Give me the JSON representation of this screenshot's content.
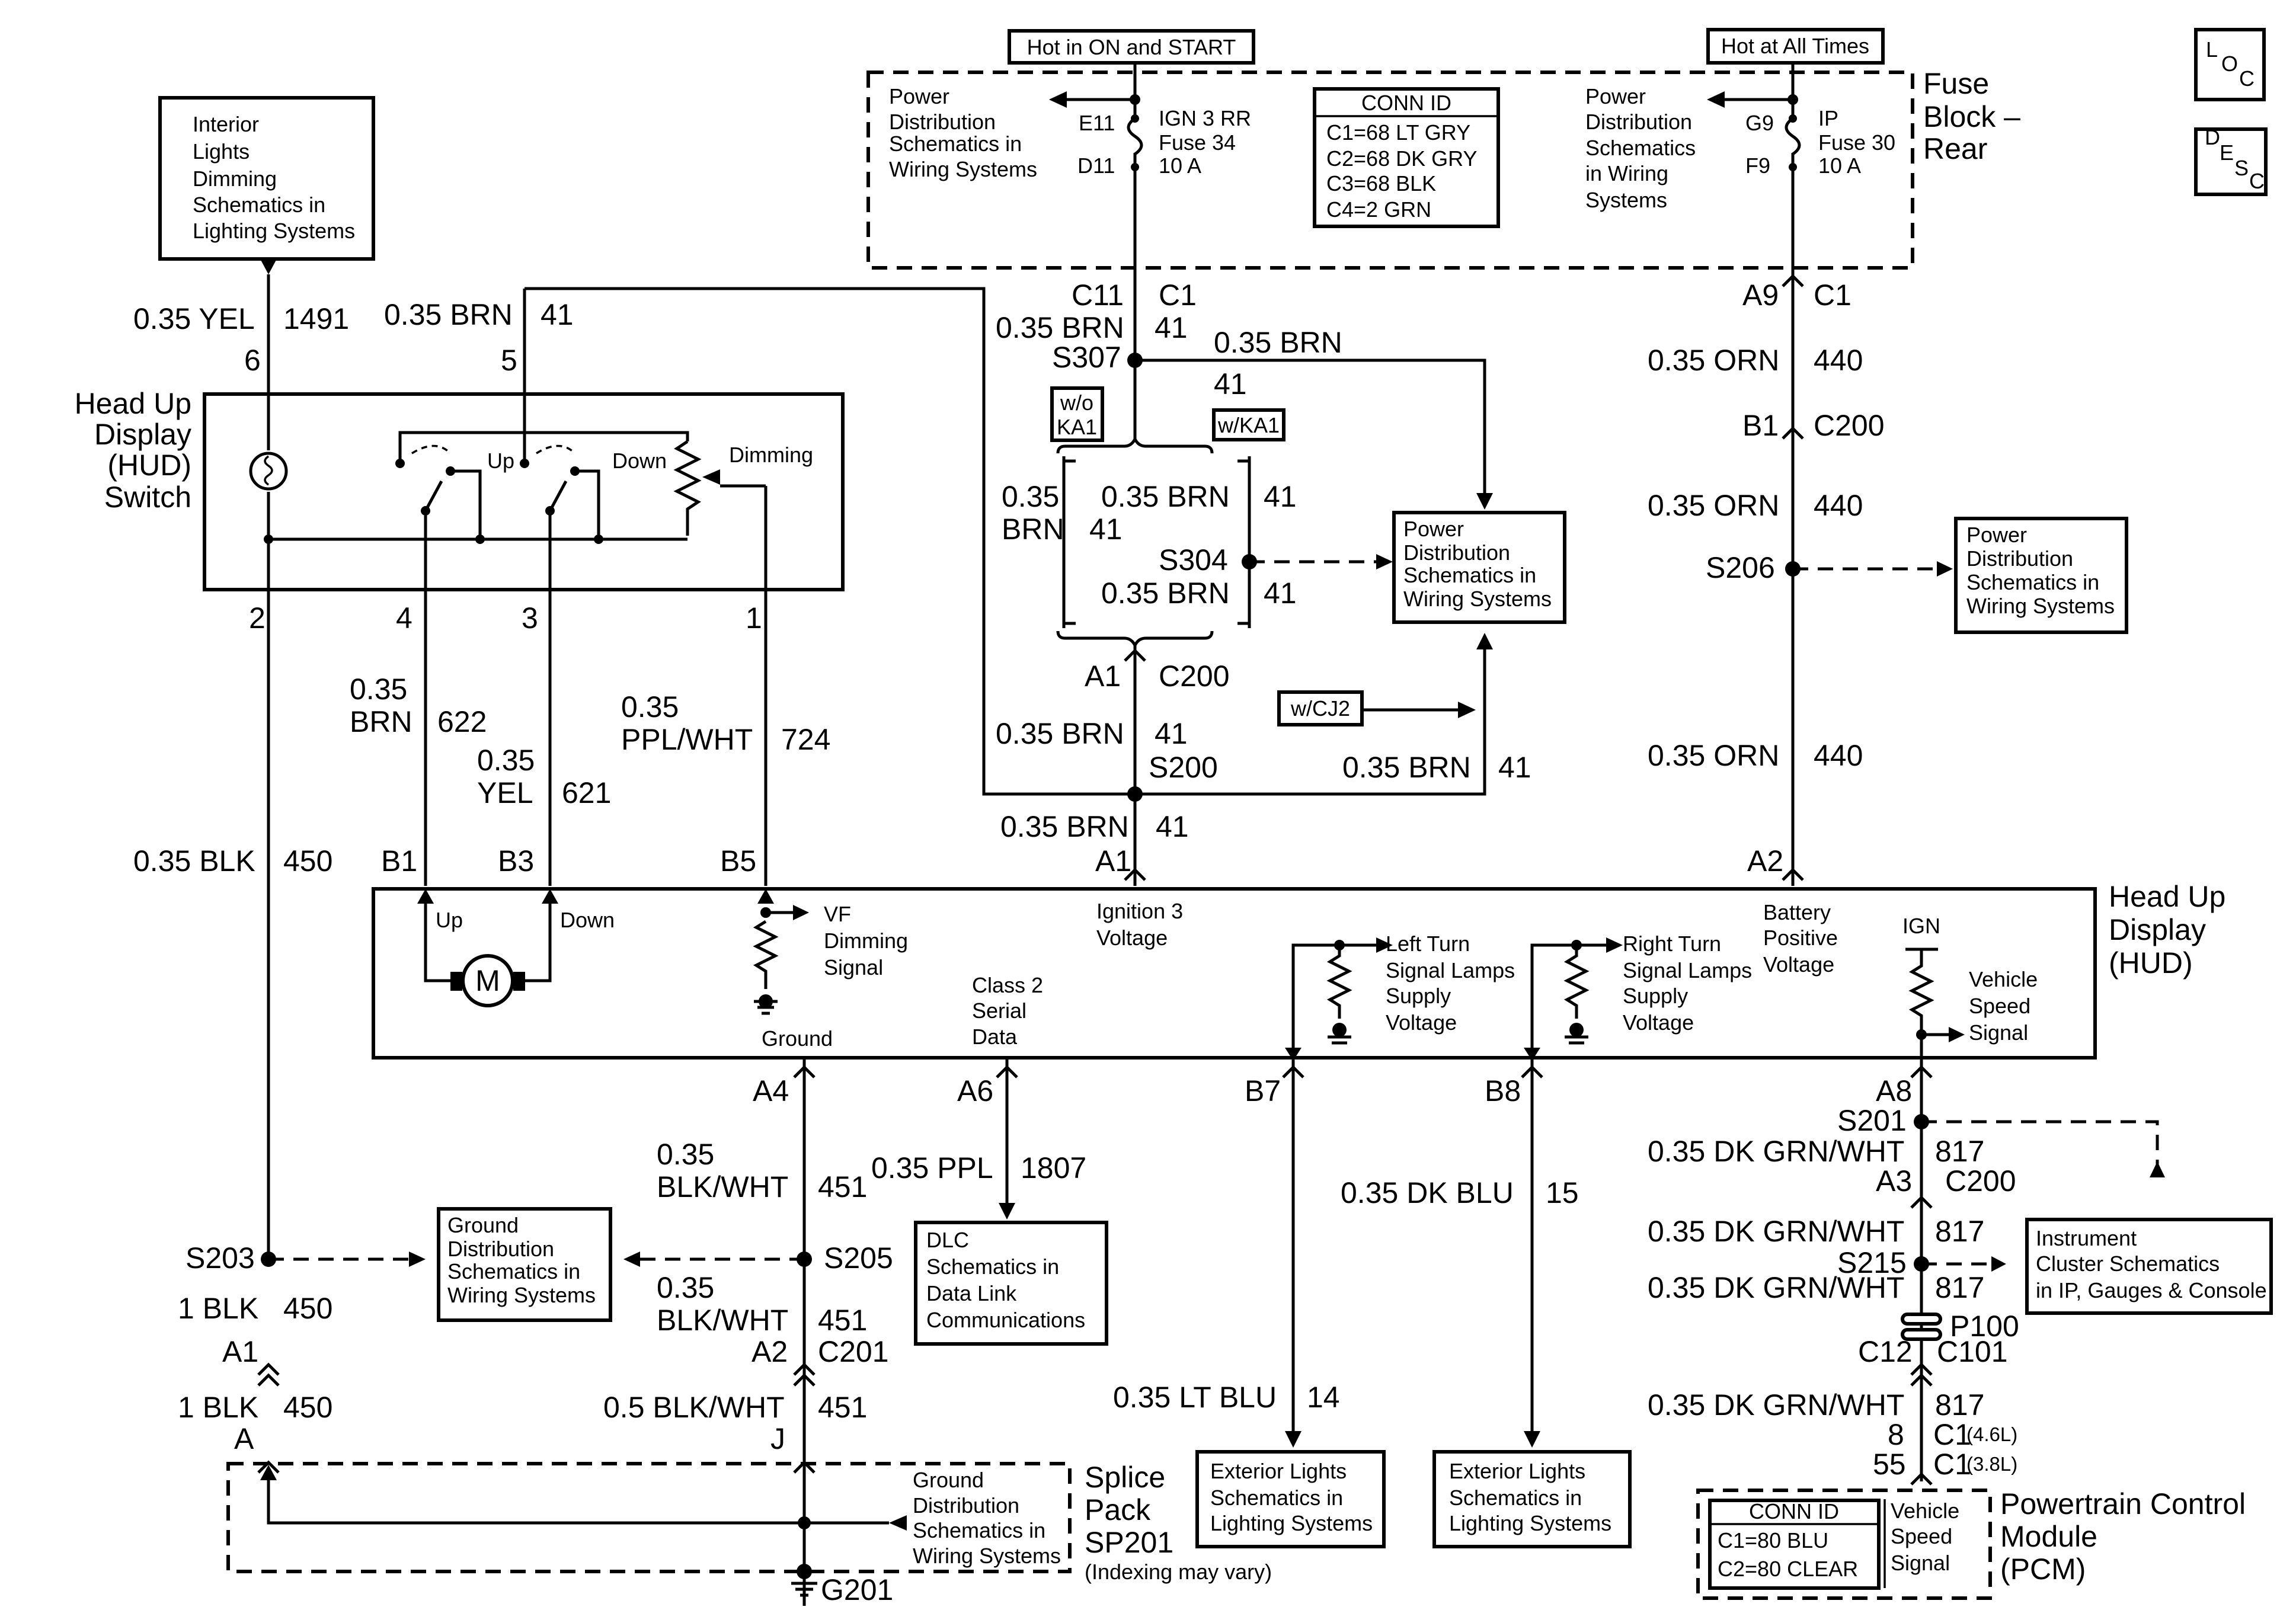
{
  "corner_icons": {
    "loc": {
      "l": "L",
      "o": "O",
      "c": "C"
    },
    "desc": {
      "d": "D",
      "e": "E",
      "s": "S",
      "c": "C"
    }
  },
  "top_labels": {
    "hot_on_start": "Hot in ON and START",
    "hot_all_times": "Hot at All Times",
    "fuse_block_rear": [
      "Fuse",
      "Block –",
      "Rear"
    ]
  },
  "fuse_block": {
    "power_dist_left": [
      "Power",
      "Distribution",
      "Schematics in",
      "Wiring Systems"
    ],
    "power_dist_right": [
      "Power",
      "Distribution",
      "Schematics",
      "in Wiring",
      "Systems"
    ],
    "fuse34": {
      "pin_in": "E11",
      "pin_out": "D11",
      "name": [
        "IGN 3 RR",
        "Fuse 34",
        "10 A"
      ]
    },
    "fuse30": {
      "pin_in": "G9",
      "pin_out": "F9",
      "name": [
        "IP",
        "Fuse 30",
        "10 A"
      ]
    },
    "conn_id": {
      "title": "CONN ID",
      "rows": [
        "C1=68 LT GRY",
        "C2=68 DK GRY",
        "C3=68 BLK",
        "C4=2 GRN"
      ]
    }
  },
  "interior_lights_box": [
    "Interior",
    "Lights",
    "Dimming",
    "Schematics in",
    "Lighting Systems"
  ],
  "hud_switch": {
    "label": [
      "Head Up",
      "Display",
      "(HUD)",
      "Switch"
    ],
    "up": "Up",
    "down": "Down",
    "dimming": "Dimming",
    "pins": [
      "2",
      "4",
      "3",
      "1"
    ],
    "top_pins": [
      "6",
      "5"
    ]
  },
  "wires": {
    "w_1491": {
      "size_color": "0.35 YEL",
      "circuit": "1491"
    },
    "w_41_top": {
      "size_color": "0.35 BRN",
      "circuit": "41"
    },
    "w_622": {
      "size": "0.35",
      "color": "BRN",
      "circuit": "622"
    },
    "w_621": {
      "size": "0.35",
      "color": "YEL",
      "circuit": "621"
    },
    "w_724": {
      "size": "0.35",
      "color": "PPL/WHT",
      "circuit": "724"
    },
    "w_450": {
      "size_color": "0.35 BLK",
      "circuit": "450"
    },
    "w_451a": {
      "size": "0.35",
      "color": "BLK/WHT",
      "circuit": "451"
    },
    "w_451b": {
      "size": "0.35",
      "color": "BLK/WHT",
      "circuit": "451"
    },
    "w_1807": {
      "size_color": "0.35 PPL",
      "circuit": "1807"
    },
    "w_450b": {
      "size_color": "1 BLK",
      "circuit": "450"
    },
    "w_450c": {
      "size_color": "1 BLK",
      "circuit": "450"
    },
    "w_451c": {
      "size_color": "0.5 BLK/WHT",
      "circuit": "451"
    },
    "w_14": {
      "size_color": "0.35 LT BLU",
      "circuit": "14"
    },
    "w_15": {
      "size_color": "0.35 DK BLU",
      "circuit": "15"
    }
  },
  "center": {
    "c11": "C11",
    "c1": "C1",
    "brn41_a": {
      "size_color": "0.35 BRN",
      "circuit": "41"
    },
    "s307": "S307",
    "brn41_b": {
      "size_color": "0.35 BRN",
      "circuit": "41"
    },
    "wo_ka1": [
      "w/o",
      "KA1"
    ],
    "w_ka1": "w/KA1",
    "brn41_left": {
      "size": "0.35",
      "color": "BRN",
      "circuit": "41"
    },
    "brn41_c": {
      "size_color": "0.35 BRN",
      "circuit": "41"
    },
    "s304": "S304",
    "brn41_d": {
      "size_color": "0.35 BRN",
      "circuit": "41"
    },
    "power_dist_box": [
      "Power",
      "Distribution",
      "Schematics in",
      "Wiring Systems"
    ],
    "a1": "A1",
    "c200": "C200",
    "brn41_e": {
      "size_color": "0.35 BRN",
      "circuit": "41"
    },
    "s200": "S200",
    "w_cj2": "w/CJ2",
    "brn41_f": {
      "size_color": "0.35 BRN",
      "circuit": "41"
    },
    "brn41_g": {
      "size_color": "0.35 BRN",
      "circuit": "41"
    },
    "a1_hud": "A1"
  },
  "right_column": {
    "a9": "A9",
    "c1": "C1",
    "orn440_a": {
      "size_color": "0.35 ORN",
      "circuit": "440"
    },
    "b1": "B1",
    "c200": "C200",
    "orn440_b": {
      "size_color": "0.35 ORN",
      "circuit": "440"
    },
    "s206": "S206",
    "power_dist_box": [
      "Power",
      "Distribution",
      "Schematics in",
      "Wiring Systems"
    ],
    "orn440_c": {
      "size_color": "0.35 ORN",
      "circuit": "440"
    },
    "a2": "A2"
  },
  "hud": {
    "label": [
      "Head Up",
      "Display",
      "(HUD)"
    ],
    "motor": "M",
    "up": "Up",
    "down": "Down",
    "vf_dimming": [
      "VF",
      "Dimming",
      "Signal"
    ],
    "ground": "Ground",
    "ign3": [
      "Ignition 3",
      "Voltage"
    ],
    "class2": [
      "Class 2",
      "Serial",
      "Data"
    ],
    "left_turn": [
      "Left Turn",
      "Signal Lamps",
      "Supply",
      "Voltage"
    ],
    "right_turn": [
      "Right Turn",
      "Signal Lamps",
      "Supply",
      "Voltage"
    ],
    "battery": [
      "Battery",
      "Positive",
      "Voltage"
    ],
    "ign": "IGN",
    "vss": [
      "Vehicle",
      "Speed",
      "Signal"
    ],
    "pins_top": [
      "B1",
      "B3",
      "B5"
    ],
    "pins_bottom": [
      "A4",
      "A6",
      "B7",
      "B8",
      "A8"
    ]
  },
  "lower": {
    "s203": "S203",
    "s205": "S205",
    "ground_dist_box": [
      "Ground",
      "Distribution",
      "Schematics in",
      "Wiring Systems"
    ],
    "dlc_box": [
      "DLC",
      "Schematics in",
      "Data Link",
      "Communications"
    ],
    "a1": "A1",
    "a2": "A2",
    "c201": "C201",
    "a": "A",
    "j": "J",
    "splice_pack": [
      "Splice",
      "Pack",
      "SP201",
      "(Indexing may vary)"
    ],
    "splice_ground": [
      "Ground",
      "Distribution",
      "Schematics in",
      "Wiring Systems"
    ],
    "g201": "G201",
    "ext_lights_1": [
      "Exterior Lights",
      "Schematics in",
      "Lighting Systems"
    ],
    "ext_lights_2": [
      "Exterior Lights",
      "Schematics in",
      "Lighting Systems"
    ]
  },
  "vss_column": {
    "s201": "S201",
    "dkgrn817_a": {
      "size_color": "0.35 DK GRN/WHT",
      "circuit": "817"
    },
    "a3": "A3",
    "c200": "C200",
    "dkgrn817_b": {
      "size_color": "0.35 DK GRN/WHT",
      "circuit": "817"
    },
    "s215": "S215",
    "dkgrn817_c": {
      "size_color": "0.35 DK GRN/WHT",
      "circuit": "817"
    },
    "p100": "P100",
    "c12": "C12",
    "c101": "C101",
    "dkgrn817_d": {
      "size_color": "0.35 DK GRN/WHT",
      "circuit": "817"
    },
    "pin8": "8",
    "c1_46": "C1",
    "note_46": "(4.6L)",
    "pin55": "55",
    "c1_38": "C1",
    "note_38": "(3.8L)",
    "instrument_box": [
      "Instrument",
      "Cluster Schematics",
      "in IP, Gauges & Console"
    ],
    "pcm_conn": {
      "title": "CONN ID",
      "rows": [
        "C1=80 BLU",
        "C2=80 CLEAR"
      ]
    },
    "pcm_vss": [
      "Vehicle",
      "Speed",
      "Signal"
    ],
    "pcm_label": [
      "Powertrain Control",
      "Module",
      "(PCM)"
    ]
  }
}
